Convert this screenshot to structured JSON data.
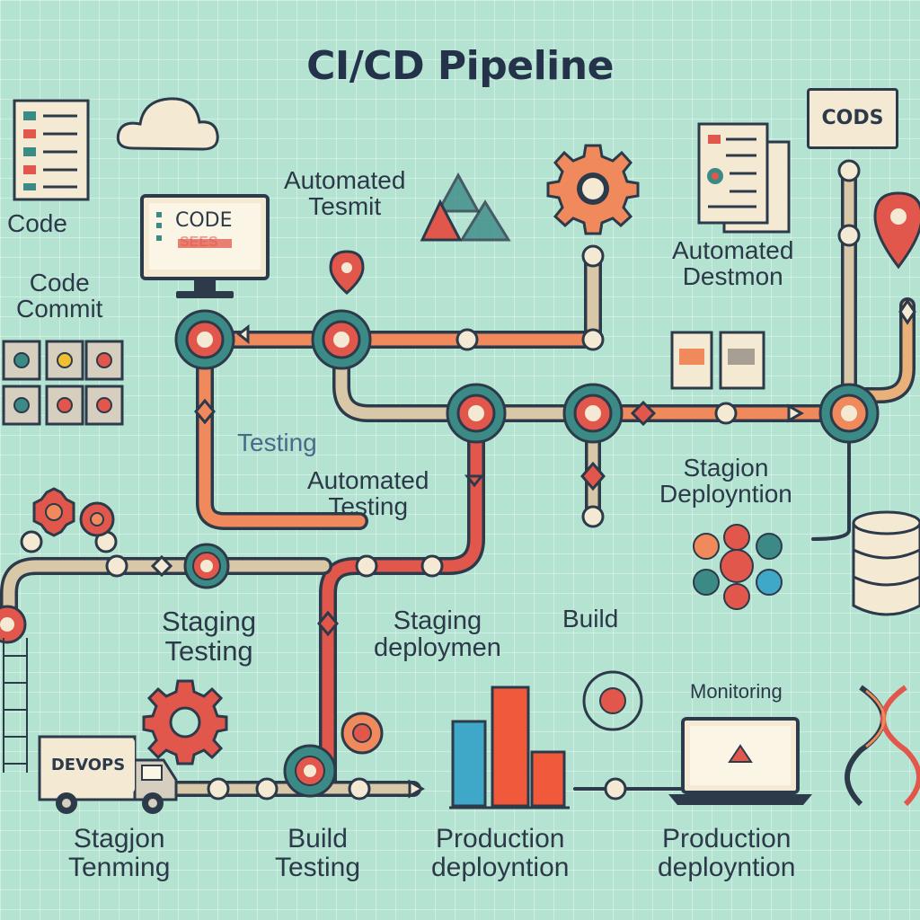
{
  "title": "CI/CD Pipeline",
  "labels": {
    "code": "Code",
    "code_commit": [
      "Code",
      "Commit"
    ],
    "automated_testmit": [
      "Automated",
      "Tesmit"
    ],
    "automated_destmon": [
      "Automated",
      "Destmon"
    ],
    "testing": "Testing",
    "automated_testing": [
      "Automated",
      "Testing"
    ],
    "stagion_deployment": [
      "Stagion",
      "Deployntion"
    ],
    "staging_testing": [
      "Staging",
      "Testing"
    ],
    "staging_deployment": [
      "Staging",
      "deploymen"
    ],
    "build": "Build",
    "monitoring": "Monitoring",
    "stagion_tenming": [
      "Stagjon",
      "Tenming"
    ],
    "build_testing": [
      "Build",
      "Testing"
    ],
    "production_deployment_1": [
      "Production",
      "deployntion"
    ],
    "production_deployment_2": [
      "Production",
      "deployntion"
    ]
  },
  "boxes": {
    "codes": "CODS",
    "devops": "DEVOPS",
    "monitor_code": "CODE",
    "monitor_code_sub": "SEES"
  },
  "colors": {
    "background": "#b5e3d2",
    "pipe_orange": "#f08a5d",
    "pipe_red": "#e2574c",
    "pipe_tan": "#d8c8a8",
    "node_teal": "#3b8a86",
    "bar_blue": "#3fa7c7",
    "bar_red": "#f05a3a"
  },
  "icons": [
    "cloud-icon",
    "gear-icon",
    "location-pin-icon",
    "database-icon",
    "truck-icon",
    "laptop-icon",
    "dna-icon",
    "bar-chart-icon",
    "document-icon",
    "monitor-icon"
  ]
}
